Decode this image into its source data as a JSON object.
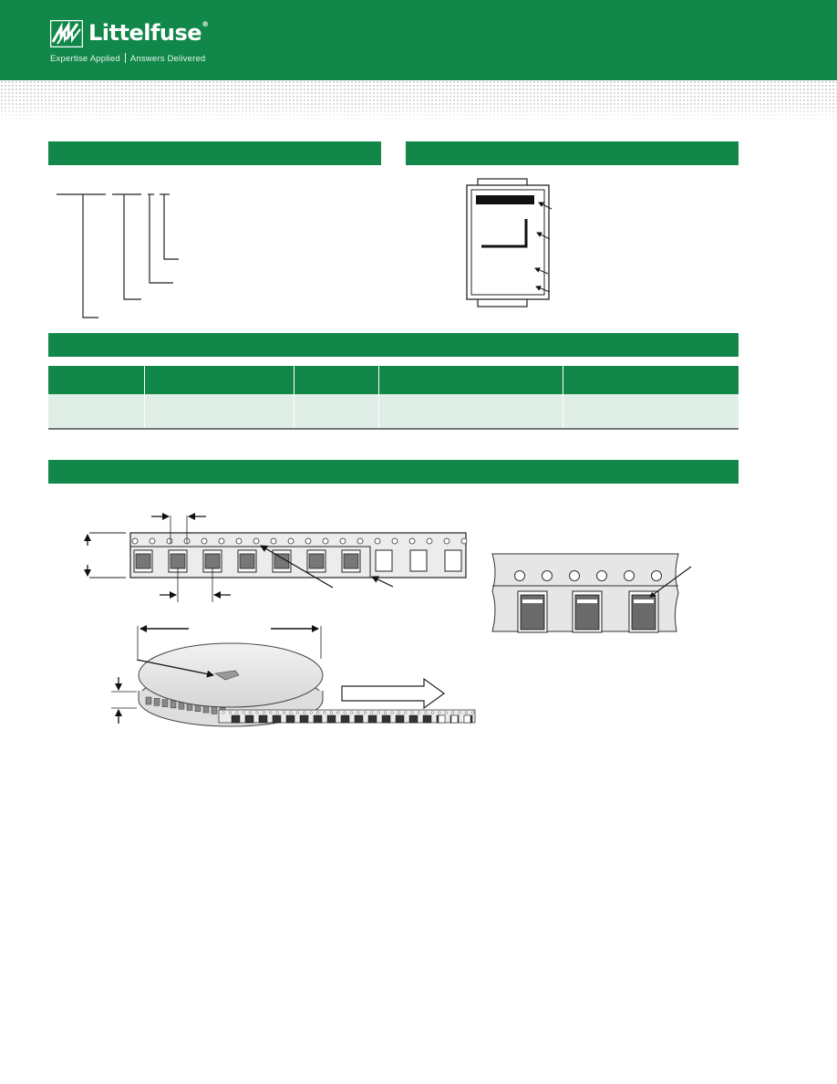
{
  "header": {
    "brand_name": "Littelfuse",
    "registered_mark": "®",
    "tagline_left": "Expertise Applied",
    "tagline_right": "Answers Delivered",
    "logo_icon": "littelfuse-fuse-logo-icon",
    "brand_color": "#11884a"
  },
  "sections": [
    {
      "name": "part-numbering-header",
      "label": ""
    },
    {
      "name": "marking-header",
      "label": ""
    },
    {
      "name": "packaging-header",
      "label": ""
    },
    {
      "name": "tape-and-reel-header",
      "label": ""
    }
  ],
  "packaging_table": {
    "columns": [
      "",
      "",
      "",
      "",
      ""
    ],
    "rows": [
      [
        "",
        "",
        "",
        "",
        ""
      ]
    ]
  }
}
